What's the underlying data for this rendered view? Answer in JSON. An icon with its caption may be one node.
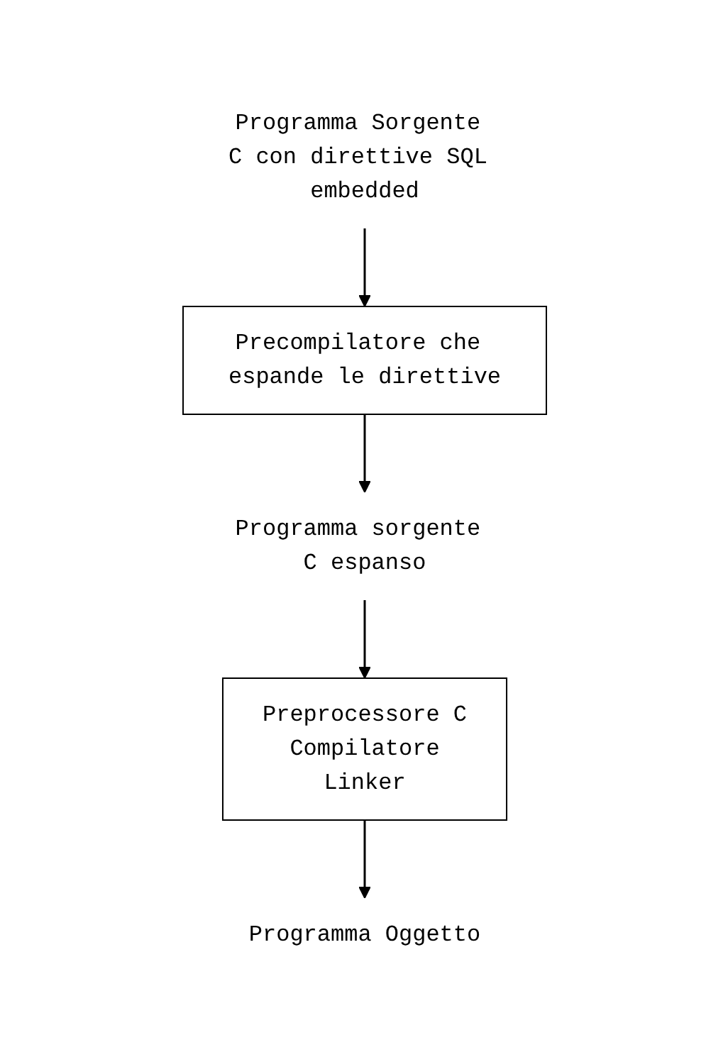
{
  "diagram": {
    "nodes": [
      {
        "text": [
          "Programma Sorgente C con direttive SQL embedded"
        ]
      },
      {
        "text": [
          "Precompilatore che espande le direttive"
        ]
      },
      {
        "text": [
          "Programma sorgente C espanso"
        ]
      },
      {
        "text": [
          "Preprocessore C",
          "Compilatore",
          "Linker"
        ]
      },
      {
        "text": [
          "Programma Oggetto"
        ]
      }
    ],
    "edges": [
      {
        "from": 0,
        "to": 1,
        "arrow": "to"
      },
      {
        "from": 1,
        "to": 2,
        "arrow": "to"
      },
      {
        "from": 2,
        "to": 3,
        "arrow": "to"
      },
      {
        "from": 3,
        "to": 4,
        "arrow": "to"
      }
    ]
  }
}
